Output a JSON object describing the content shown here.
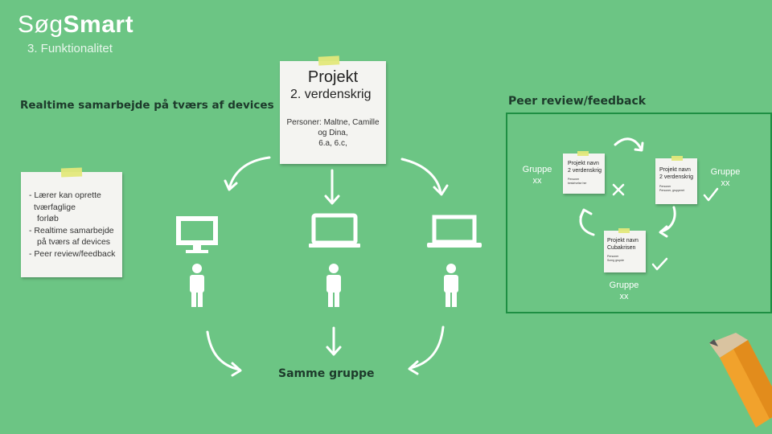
{
  "header": {
    "brand_light": "Søg",
    "brand_bold": "Smart",
    "subtitle": "3. Funktionalitet"
  },
  "left": {
    "heading": "Realtime samarbejde  på tværs af devices"
  },
  "project_note": {
    "title": "Projekt",
    "subtitle": "2. verdenskrig",
    "persons_line1": "Personer: Maltne, Camille",
    "persons_line2": "og Dina,",
    "persons_line3": "6.a, 6.c,"
  },
  "feature_note": {
    "items": [
      "- Lærer kan oprette",
      "tværfaglige",
      "forløb",
      "- Realtime samarbejde",
      "på tværs af devices",
      "- Peer review/feedback"
    ]
  },
  "bottom_label": "Samme gruppe",
  "peer": {
    "heading": "Peer review/feedback",
    "group_left": "Gruppe\nxx",
    "group_right": "Gruppe\nxx",
    "group_bottom": "Gruppe\nxx",
    "note1": {
      "line1": "Projekt navn",
      "line2": "2 verdenskrig",
      "micro1": "Personer",
      "micro2": "beskrivelse her"
    },
    "note2": {
      "line1": "Projekt navn",
      "line2": "2 verdenskrig",
      "micro1": "Personer",
      "micro2": "Personer, grupperet"
    },
    "note3": {
      "line1": "Projekt navn",
      "line2": "Cubakrisen",
      "micro1": "Personer",
      "micro2": "Scrng grupde"
    }
  },
  "colors": {
    "background": "#6cc584",
    "panel_border": "#1e8f43",
    "note": "#f4f4f1",
    "tape": "#e3e87a",
    "pencil": "#f1a22c"
  }
}
